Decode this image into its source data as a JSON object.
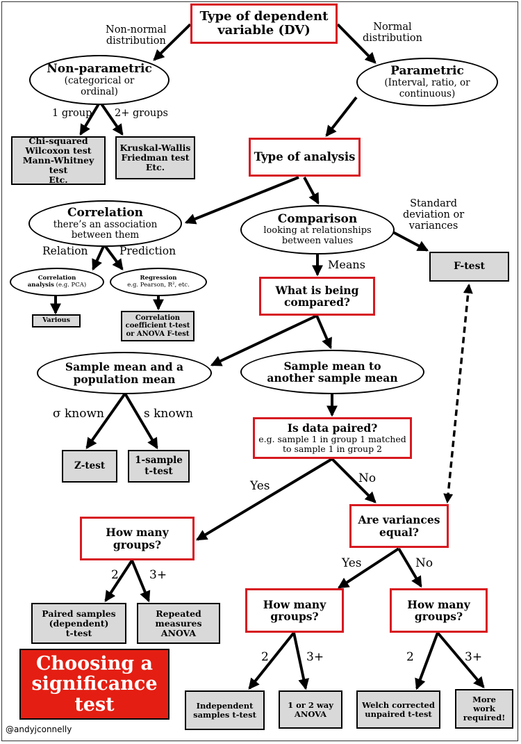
{
  "root": {
    "line1": "Type of dependent",
    "line2": "variable (DV)"
  },
  "edges": {
    "nonnormal": [
      "Non-normal",
      "distribution"
    ],
    "normal": [
      "Normal",
      "distribution"
    ],
    "one_group": "1 group",
    "two_plus_groups": "2+ groups",
    "std_dev": [
      "Standard",
      "deviation or",
      "variances"
    ],
    "relation": "Relation",
    "prediction": "Prediction",
    "means": "Means",
    "sigma_known": "σ known",
    "s_known": "s known",
    "yes_paired": "Yes",
    "no_paired": "No",
    "yes_var": "Yes",
    "no_var": "No",
    "two_a": "2",
    "three_a": "3+",
    "two_b": "2",
    "three_b": "3+",
    "two_c": "2",
    "three_c": "3+"
  },
  "nonparametric": {
    "title": "Non-parametric",
    "sub1": "(categorical or",
    "sub2": "ordinal)"
  },
  "parametric": {
    "title": "Parametric",
    "sub1": "(Interval, ratio, or",
    "sub2": "continuous)"
  },
  "nonparam_one": [
    "Chi-squared",
    "Wilcoxon test",
    "Mann-Whitney test",
    "Etc."
  ],
  "nonparam_two": [
    "Kruskal-Wallis",
    "Friedman test",
    "Etc."
  ],
  "type_of_analysis": "Type of analysis",
  "correlation": {
    "title": "Correlation",
    "sub1": "there’s an association",
    "sub2": "between them"
  },
  "comparison": {
    "title": "Comparison",
    "sub1": "looking at relationships",
    "sub2": "between values"
  },
  "ftest": "F-test",
  "corr_analysis": {
    "line1": "Correlation",
    "line2": "analysis",
    "line2_note": "(e.g. PCA)"
  },
  "regression": {
    "line1": "Regression",
    "line2": "e.g. Pearson, R², etc."
  },
  "various": "Various",
  "corr_coef": [
    "Correlation",
    "coefficient t-test",
    "or ANOVA F-test"
  ],
  "what_compared": [
    "What is being",
    "compared?"
  ],
  "sample_pop": [
    "Sample mean and a",
    "population mean"
  ],
  "sample_sample": [
    "Sample mean to",
    "another sample mean"
  ],
  "ztest": "Z-test",
  "one_sample": [
    "1-sample",
    "t-test"
  ],
  "paired": {
    "title": "Is data paired?",
    "sub1": "e.g. sample 1 in group 1 matched",
    "sub2": "to sample 1 in group 2"
  },
  "how_many_left": [
    "How many",
    "groups?"
  ],
  "variances_equal": [
    "Are variances",
    "equal?"
  ],
  "paired_samples": [
    "Paired samples",
    "(dependent)",
    "t-test"
  ],
  "repeated": [
    "Repeated",
    "measures",
    "ANOVA"
  ],
  "how_many_mid": [
    "How many",
    "groups?"
  ],
  "how_many_right": [
    "How many",
    "groups?"
  ],
  "independent": [
    "Independent",
    "samples t-test"
  ],
  "anova": [
    "1 or 2 way",
    "ANOVA"
  ],
  "welch": [
    "Welch corrected",
    "unpaired t-test"
  ],
  "more_work": [
    "More",
    "work",
    "required!"
  ],
  "title": [
    "Choosing a",
    "significance",
    "test"
  ],
  "credit": "@andyjconnelly",
  "colors": {
    "accent_red": "#d71920",
    "title_red": "#e41e12",
    "grey_box": "#d9d9d9"
  }
}
